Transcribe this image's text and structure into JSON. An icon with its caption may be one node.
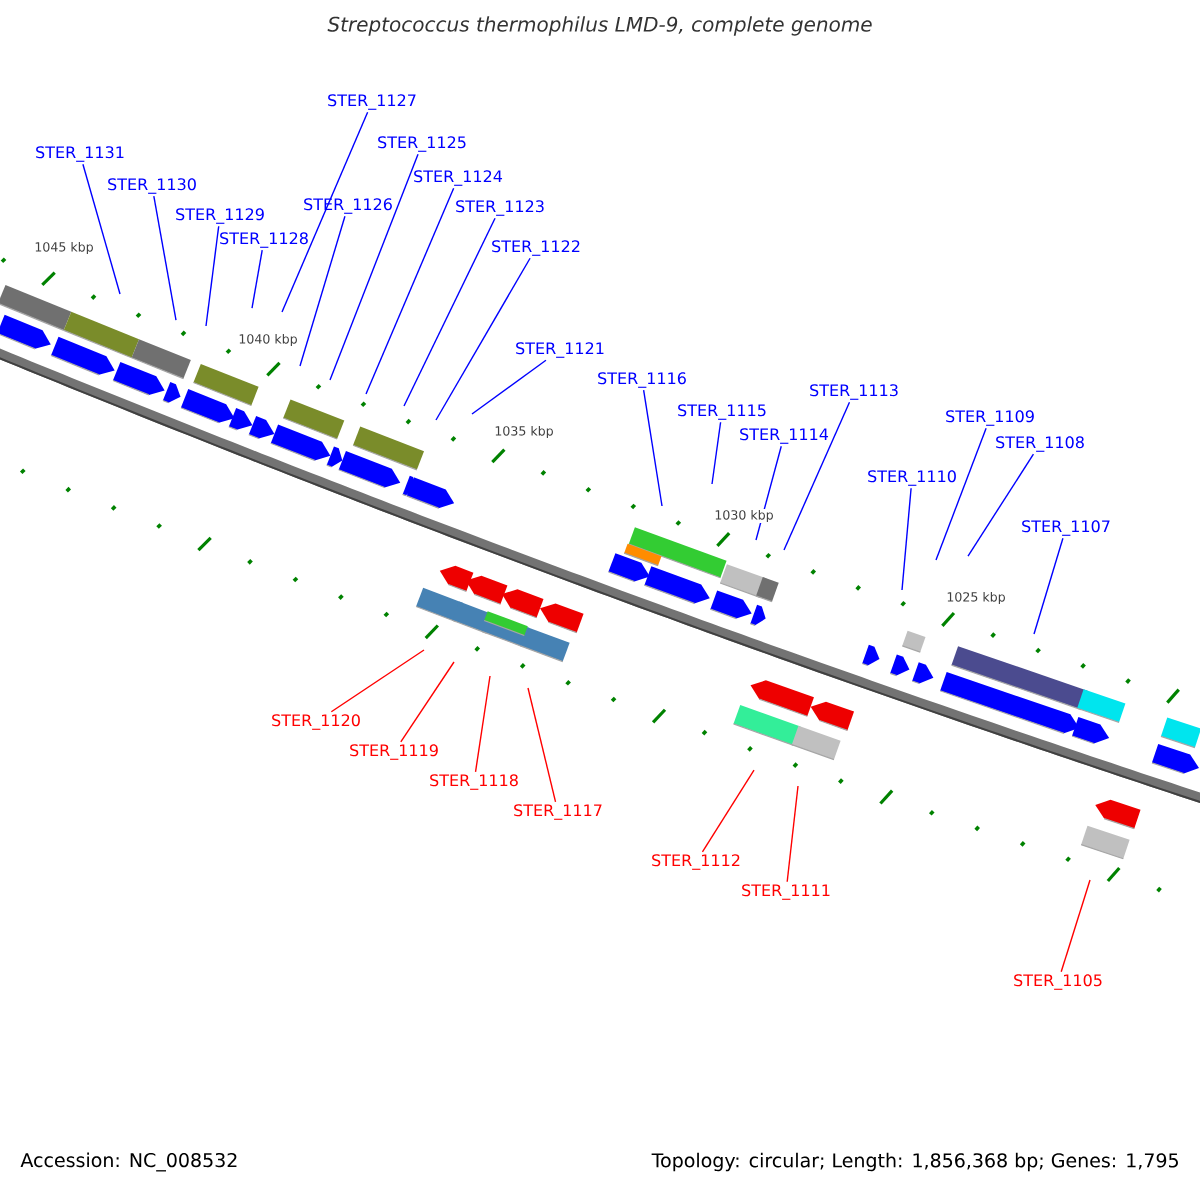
{
  "diagram": {
    "title": "Streptococcus thermophilus LMD-9, complete genome",
    "nodes": [
      {
        "text": [
          "STER_1127"
        ]
      },
      {
        "text": [
          "STER_1125"
        ]
      },
      {
        "text": [
          "STER_1131"
        ]
      },
      {
        "text": [
          "STER_1124"
        ]
      },
      {
        "text": [
          "STER_1130"
        ]
      },
      {
        "text": [
          "STER_1126"
        ]
      },
      {
        "text": [
          "STER_1123"
        ]
      },
      {
        "text": [
          "STER_1129"
        ]
      },
      {
        "text": [
          "STER_1128"
        ]
      },
      {
        "text": [
          "STER_1122"
        ]
      },
      {
        "text": [
          "STER_1121"
        ]
      },
      {
        "text": [
          "STER_1116"
        ]
      },
      {
        "text": [
          "STER_1113"
        ]
      },
      {
        "text": [
          "STER_1115"
        ]
      },
      {
        "text": [
          "STER_1109"
        ]
      },
      {
        "text": [
          "STER_1114"
        ]
      },
      {
        "text": [
          "STER_1108"
        ]
      },
      {
        "text": [
          "STER_1110"
        ]
      },
      {
        "text": [
          "STER_1107"
        ]
      },
      {
        "text": [
          "STER_1120"
        ]
      },
      {
        "text": [
          "STER_1119"
        ]
      },
      {
        "text": [
          "STER_1118"
        ]
      },
      {
        "text": [
          "STER_1117"
        ]
      },
      {
        "text": [
          "STER_1112"
        ]
      },
      {
        "text": [
          "STER_1111"
        ]
      },
      {
        "text": [
          "STER_1105"
        ]
      }
    ],
    "edges": [
      {
        "from": 0,
        "to": null,
        "arrow": "none"
      },
      {
        "from": 1,
        "to": null,
        "arrow": "none"
      },
      {
        "from": 2,
        "to": null,
        "arrow": "none"
      },
      {
        "from": 3,
        "to": null,
        "arrow": "none"
      },
      {
        "from": 4,
        "to": null,
        "arrow": "none"
      },
      {
        "from": 5,
        "to": null,
        "arrow": "none"
      },
      {
        "from": 6,
        "to": null,
        "arrow": "none"
      },
      {
        "from": 7,
        "to": null,
        "arrow": "none"
      },
      {
        "from": 8,
        "to": null,
        "arrow": "none"
      },
      {
        "from": 9,
        "to": null,
        "arrow": "none"
      },
      {
        "from": 10,
        "to": null,
        "arrow": "none"
      },
      {
        "from": 11,
        "to": null,
        "arrow": "none"
      },
      {
        "from": 12,
        "to": null,
        "arrow": "none"
      },
      {
        "from": 13,
        "to": null,
        "arrow": "none"
      },
      {
        "from": 14,
        "to": null,
        "arrow": "none"
      },
      {
        "from": 15,
        "to": null,
        "arrow": "none"
      },
      {
        "from": 16,
        "to": null,
        "arrow": "none"
      },
      {
        "from": 17,
        "to": null,
        "arrow": "none"
      },
      {
        "from": 18,
        "to": null,
        "arrow": "none"
      },
      {
        "from": 19,
        "to": null,
        "arrow": "none",
        "color": "#ff0000"
      },
      {
        "from": 20,
        "to": null,
        "arrow": "none",
        "color": "#ff0000"
      },
      {
        "from": 21,
        "to": null,
        "arrow": "none",
        "color": "#ff0000"
      },
      {
        "from": 22,
        "to": null,
        "arrow": "none",
        "color": "#ff0000"
      },
      {
        "from": 23,
        "to": null,
        "arrow": "none",
        "color": "#ff0000"
      },
      {
        "from": 24,
        "to": null,
        "arrow": "none",
        "color": "#ff0000"
      },
      {
        "from": 25,
        "to": null,
        "arrow": "none",
        "color": "#ff0000"
      }
    ],
    "labels": [
      "1045 kbp",
      "1040 kbp",
      "1035 kbp",
      "1030 kbp",
      "1025 kbp",
      "Accession: NC_008532",
      "Topology: circular; Length: 1,856,368 bp; Genes: 1,795"
    ]
  }
}
